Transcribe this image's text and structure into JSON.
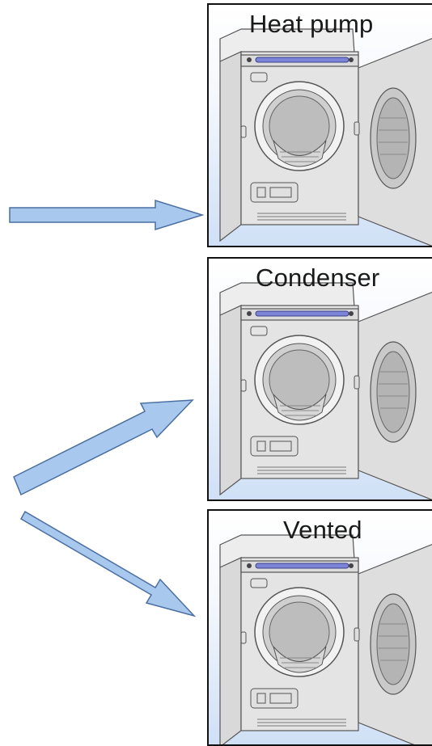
{
  "panels": [
    {
      "id": "heat-pump",
      "label": "Heat pump"
    },
    {
      "id": "condenser",
      "label": "Condenser"
    },
    {
      "id": "vented",
      "label": "Vented"
    }
  ],
  "colors": {
    "arrow_fill": "#a9c8ee",
    "arrow_stroke": "#4a6fa3",
    "panel_border": "#111111",
    "panel_bg_bottom": "#cfe0f6",
    "control_strip": "#7b84d6"
  }
}
